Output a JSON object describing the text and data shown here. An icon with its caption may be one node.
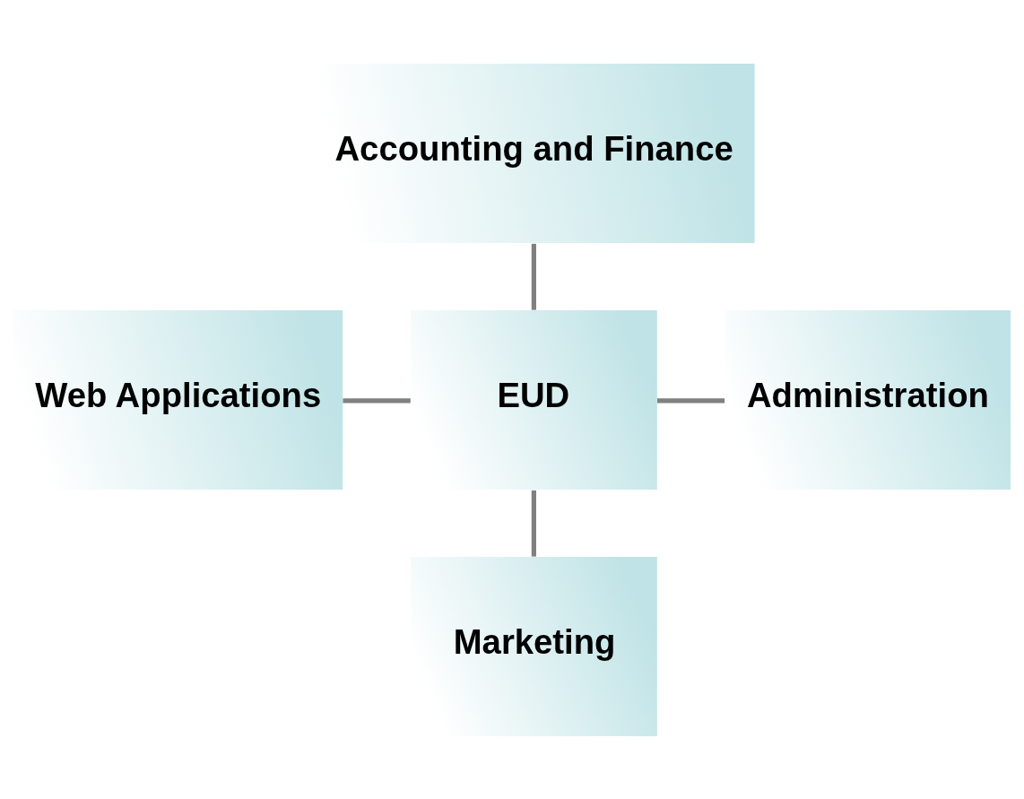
{
  "diagram": {
    "nodes": [
      {
        "text": [
          "Accounting and Finance"
        ]
      },
      {
        "text": [
          "Web Applications"
        ]
      },
      {
        "text": [
          "EUD"
        ]
      },
      {
        "text": [
          "Administration"
        ]
      },
      {
        "text": [
          "Marketing"
        ]
      }
    ],
    "edges": [
      {
        "from": 0,
        "to": 2,
        "arrow": "none"
      },
      {
        "from": 1,
        "to": 2,
        "arrow": "none"
      },
      {
        "from": 2,
        "to": 3,
        "arrow": "none"
      },
      {
        "from": 2,
        "to": 4,
        "arrow": "none"
      }
    ]
  }
}
